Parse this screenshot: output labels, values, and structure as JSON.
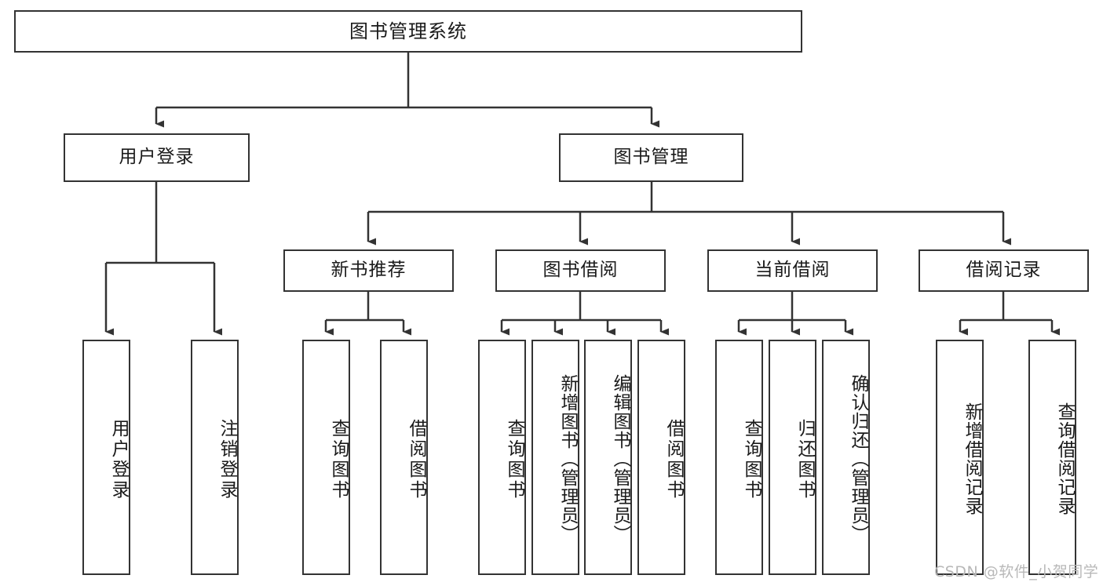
{
  "diagram": {
    "title": "图书管理系统",
    "type": "tree",
    "watermark": "CSDN @软件_小贺同学",
    "colors": {
      "stroke": "#333333",
      "fill": "#ffffff",
      "text": "#1a1a1a",
      "watermark": "#b8b8b8"
    },
    "nodes": {
      "root": {
        "label": "图书管理系统"
      },
      "level2": [
        {
          "id": "user-login",
          "label": "用户登录"
        },
        {
          "id": "book-manage",
          "label": "图书管理"
        }
      ],
      "level3": [
        {
          "id": "new-book-recommend",
          "label": "新书推荐"
        },
        {
          "id": "book-borrow",
          "label": "图书借阅"
        },
        {
          "id": "current-borrow",
          "label": "当前借阅"
        },
        {
          "id": "borrow-record",
          "label": "借阅记录"
        }
      ],
      "leaves": {
        "user-login": [
          {
            "id": "leaf-user-login",
            "label": "用户登录"
          },
          {
            "id": "leaf-logout",
            "label": "注销登录"
          }
        ],
        "new-book-recommend": [
          {
            "id": "leaf-query-book-1",
            "label": "查询图书"
          },
          {
            "id": "leaf-borrow-book-1",
            "label": "借阅图书"
          }
        ],
        "book-borrow": [
          {
            "id": "leaf-query-book-2",
            "label": "查询图书"
          },
          {
            "id": "leaf-add-book",
            "label": "新增图书（管理员）"
          },
          {
            "id": "leaf-edit-book",
            "label": "编辑图书（管理员）"
          },
          {
            "id": "leaf-borrow-book-2",
            "label": "借阅图书"
          }
        ],
        "current-borrow": [
          {
            "id": "leaf-query-book-3",
            "label": "查询图书"
          },
          {
            "id": "leaf-return-book",
            "label": "归还图书"
          },
          {
            "id": "leaf-confirm-return",
            "label": "确认归还（管理员）"
          }
        ],
        "borrow-record": [
          {
            "id": "leaf-add-record",
            "label": "新增借阅记录"
          },
          {
            "id": "leaf-query-record",
            "label": "查询借阅记录"
          }
        ]
      }
    }
  }
}
